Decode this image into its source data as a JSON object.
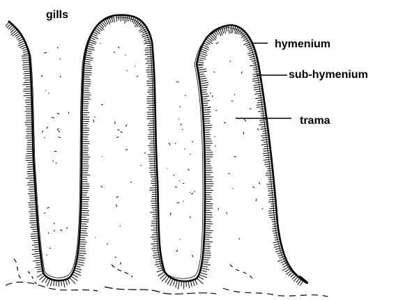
{
  "labels": {
    "gills": "gills",
    "hymenium": "hymenium",
    "sub_hymenium": "sub-hymenium",
    "trama": "trama"
  },
  "colors": {
    "ink": "#000000",
    "background": "#ffffff"
  }
}
